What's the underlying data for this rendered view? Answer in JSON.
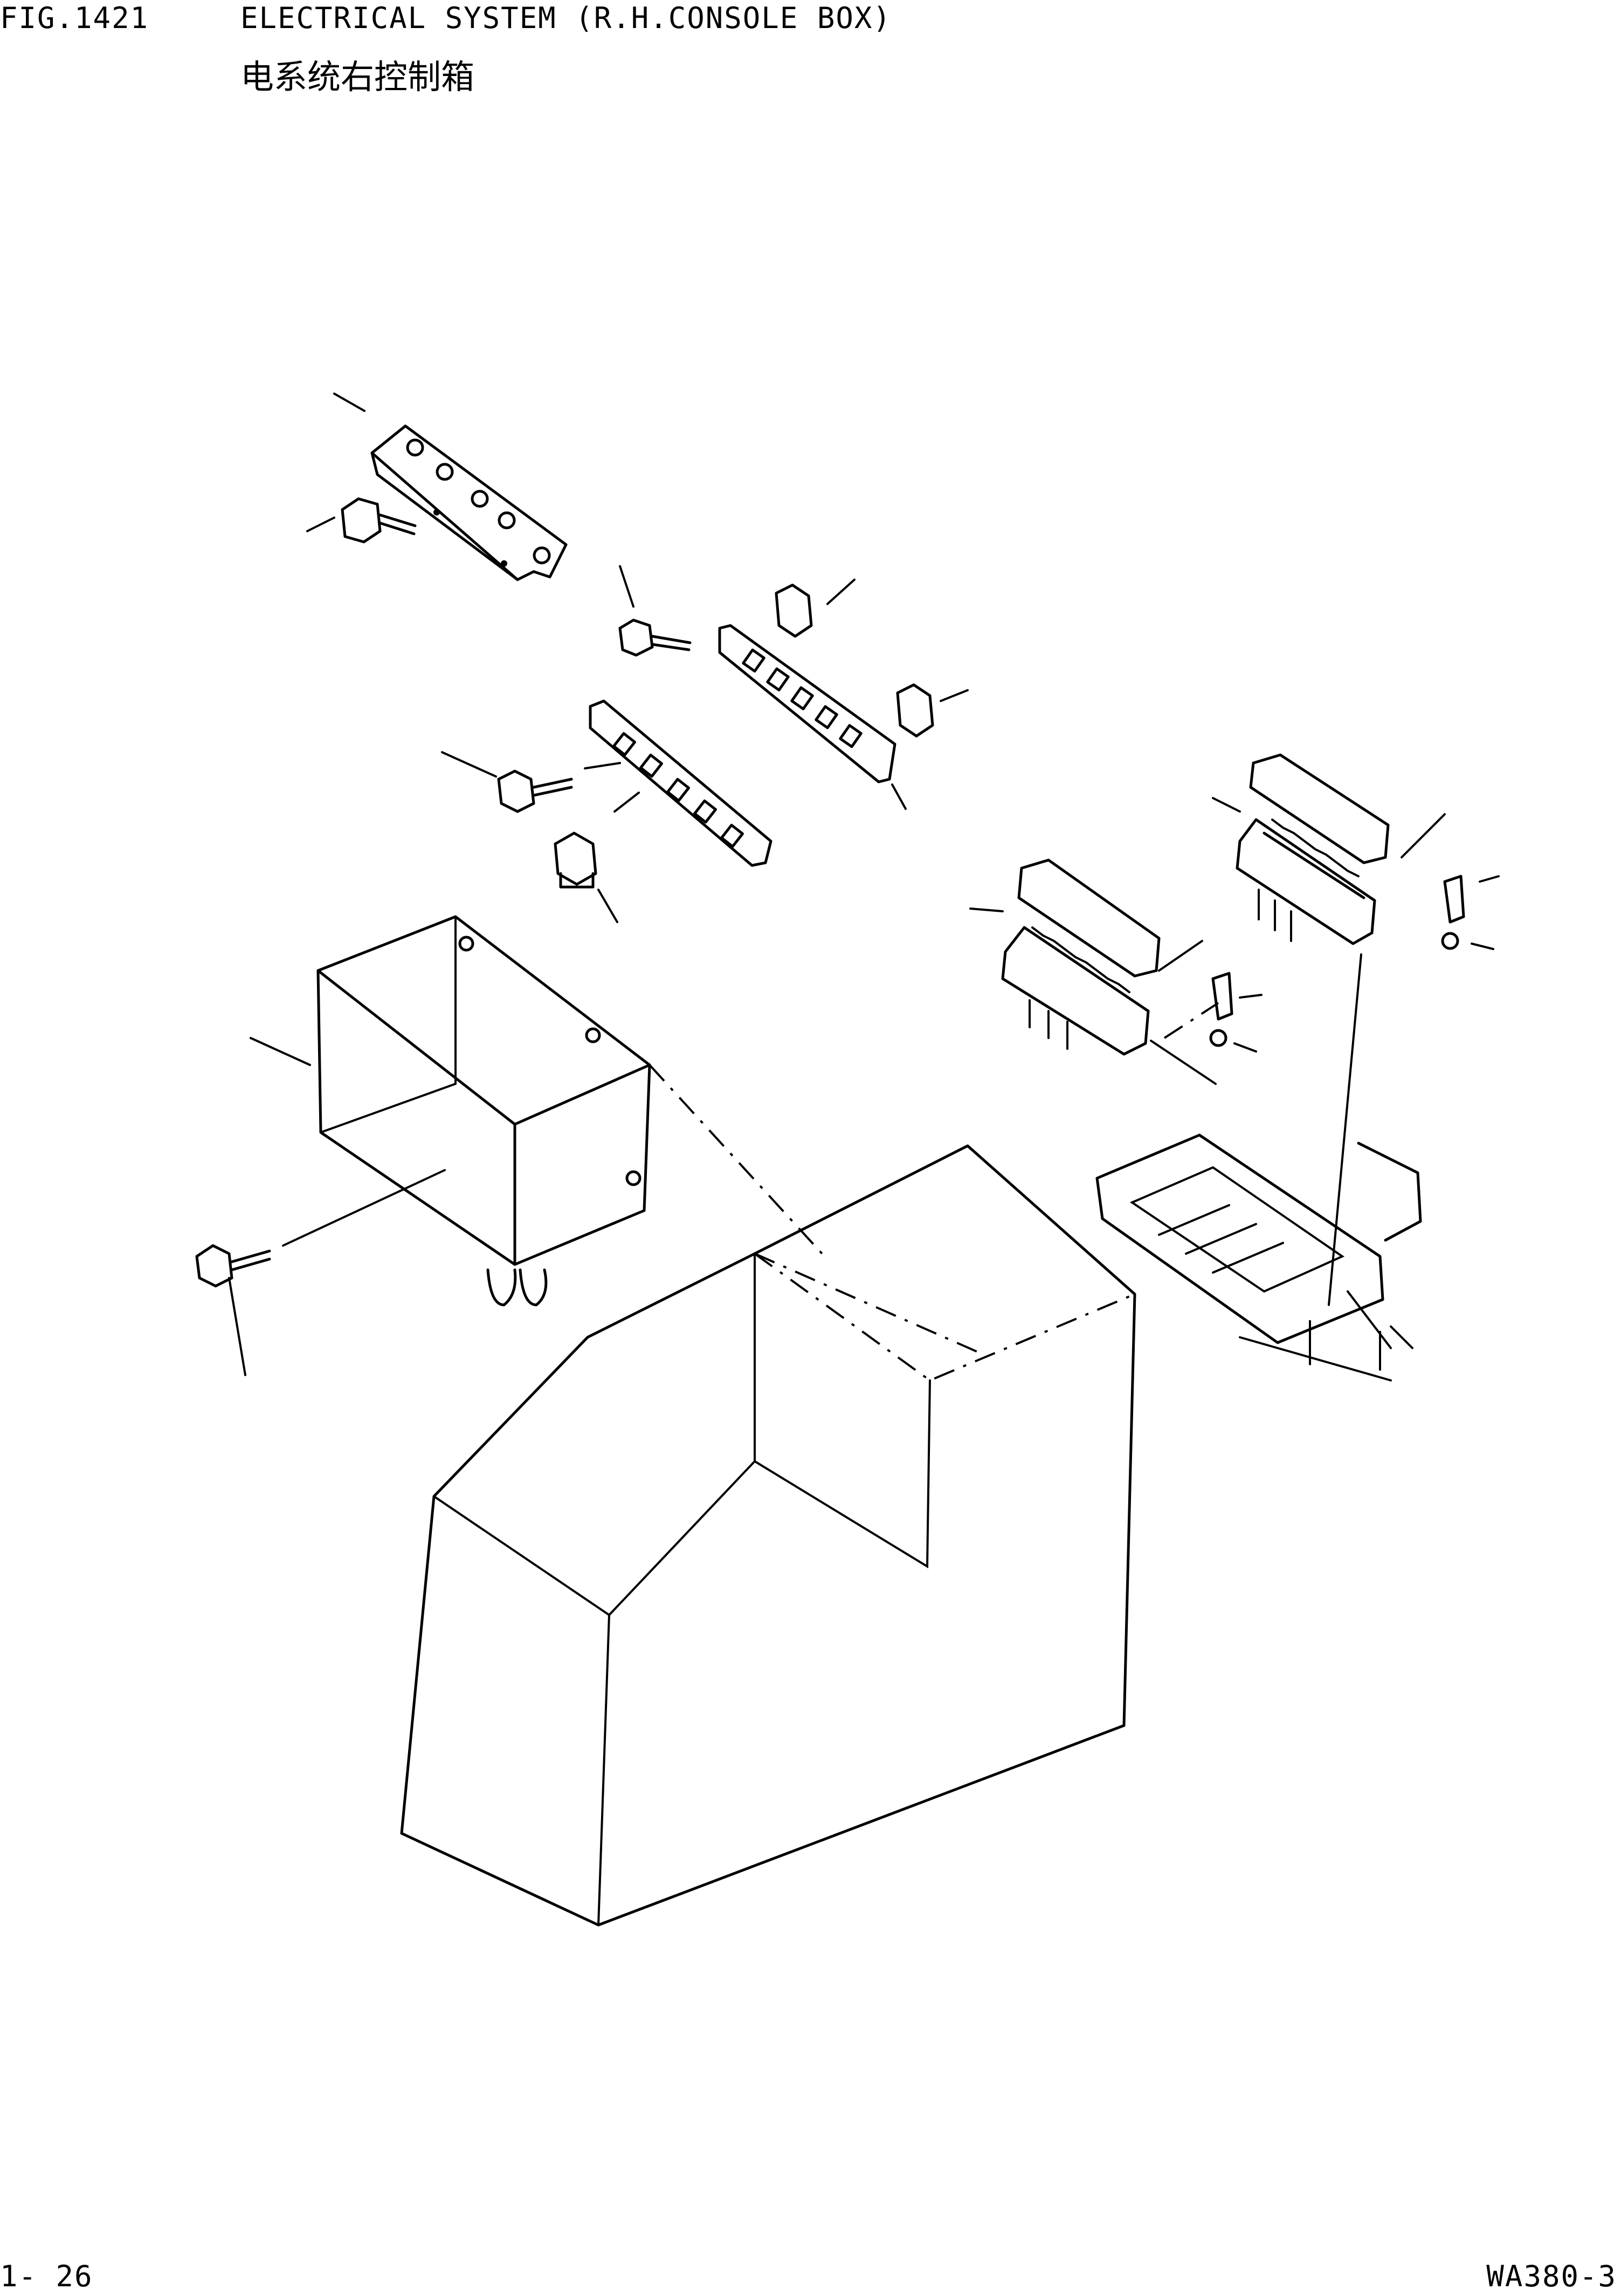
{
  "header": {
    "figure_number": "FIG.1421",
    "title_en": "ELECTRICAL SYSTEM (R.H.CONSOLE BOX)",
    "title_cn": "电系统右控制箱"
  },
  "footer": {
    "page_number": "1- 26",
    "model": "WA380-3"
  },
  "drawing": {
    "description_icon": "exploded-parts-diagram"
  }
}
